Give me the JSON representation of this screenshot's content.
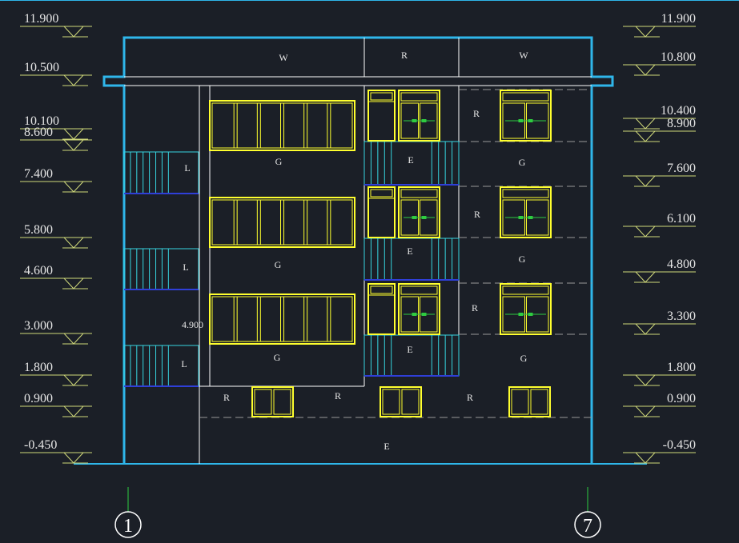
{
  "colors": {
    "background": "#1b1f27",
    "outline": "#2fb6ea",
    "window": "#ffff2e",
    "cyan": "#37d5e0",
    "green": "#2ecc40",
    "white": "#ffffff",
    "grey_dash": "#9a9a9a",
    "blue_line": "#2f3fd8"
  },
  "levels_left": [
    "11.900",
    "10.500",
    "10.100",
    "8.600",
    "7.400",
    "5.800",
    "4.600",
    "3.000",
    "1.800",
    "0.900",
    "-0.450"
  ],
  "levels_right": [
    "11.900",
    "10.800",
    "10.400",
    "8.900",
    "7.600",
    "6.100",
    "4.800",
    "3.300",
    "1.800",
    "0.900",
    "-0.450"
  ],
  "inner_level": "4.900",
  "material_labels": [
    "W",
    "R",
    "W",
    "R",
    "R",
    "R",
    "L",
    "L",
    "L",
    "G",
    "G",
    "G",
    "E",
    "E",
    "E",
    "G",
    "G",
    "G",
    "R",
    "R",
    "R",
    "E"
  ],
  "axes": [
    "1",
    "7"
  ]
}
